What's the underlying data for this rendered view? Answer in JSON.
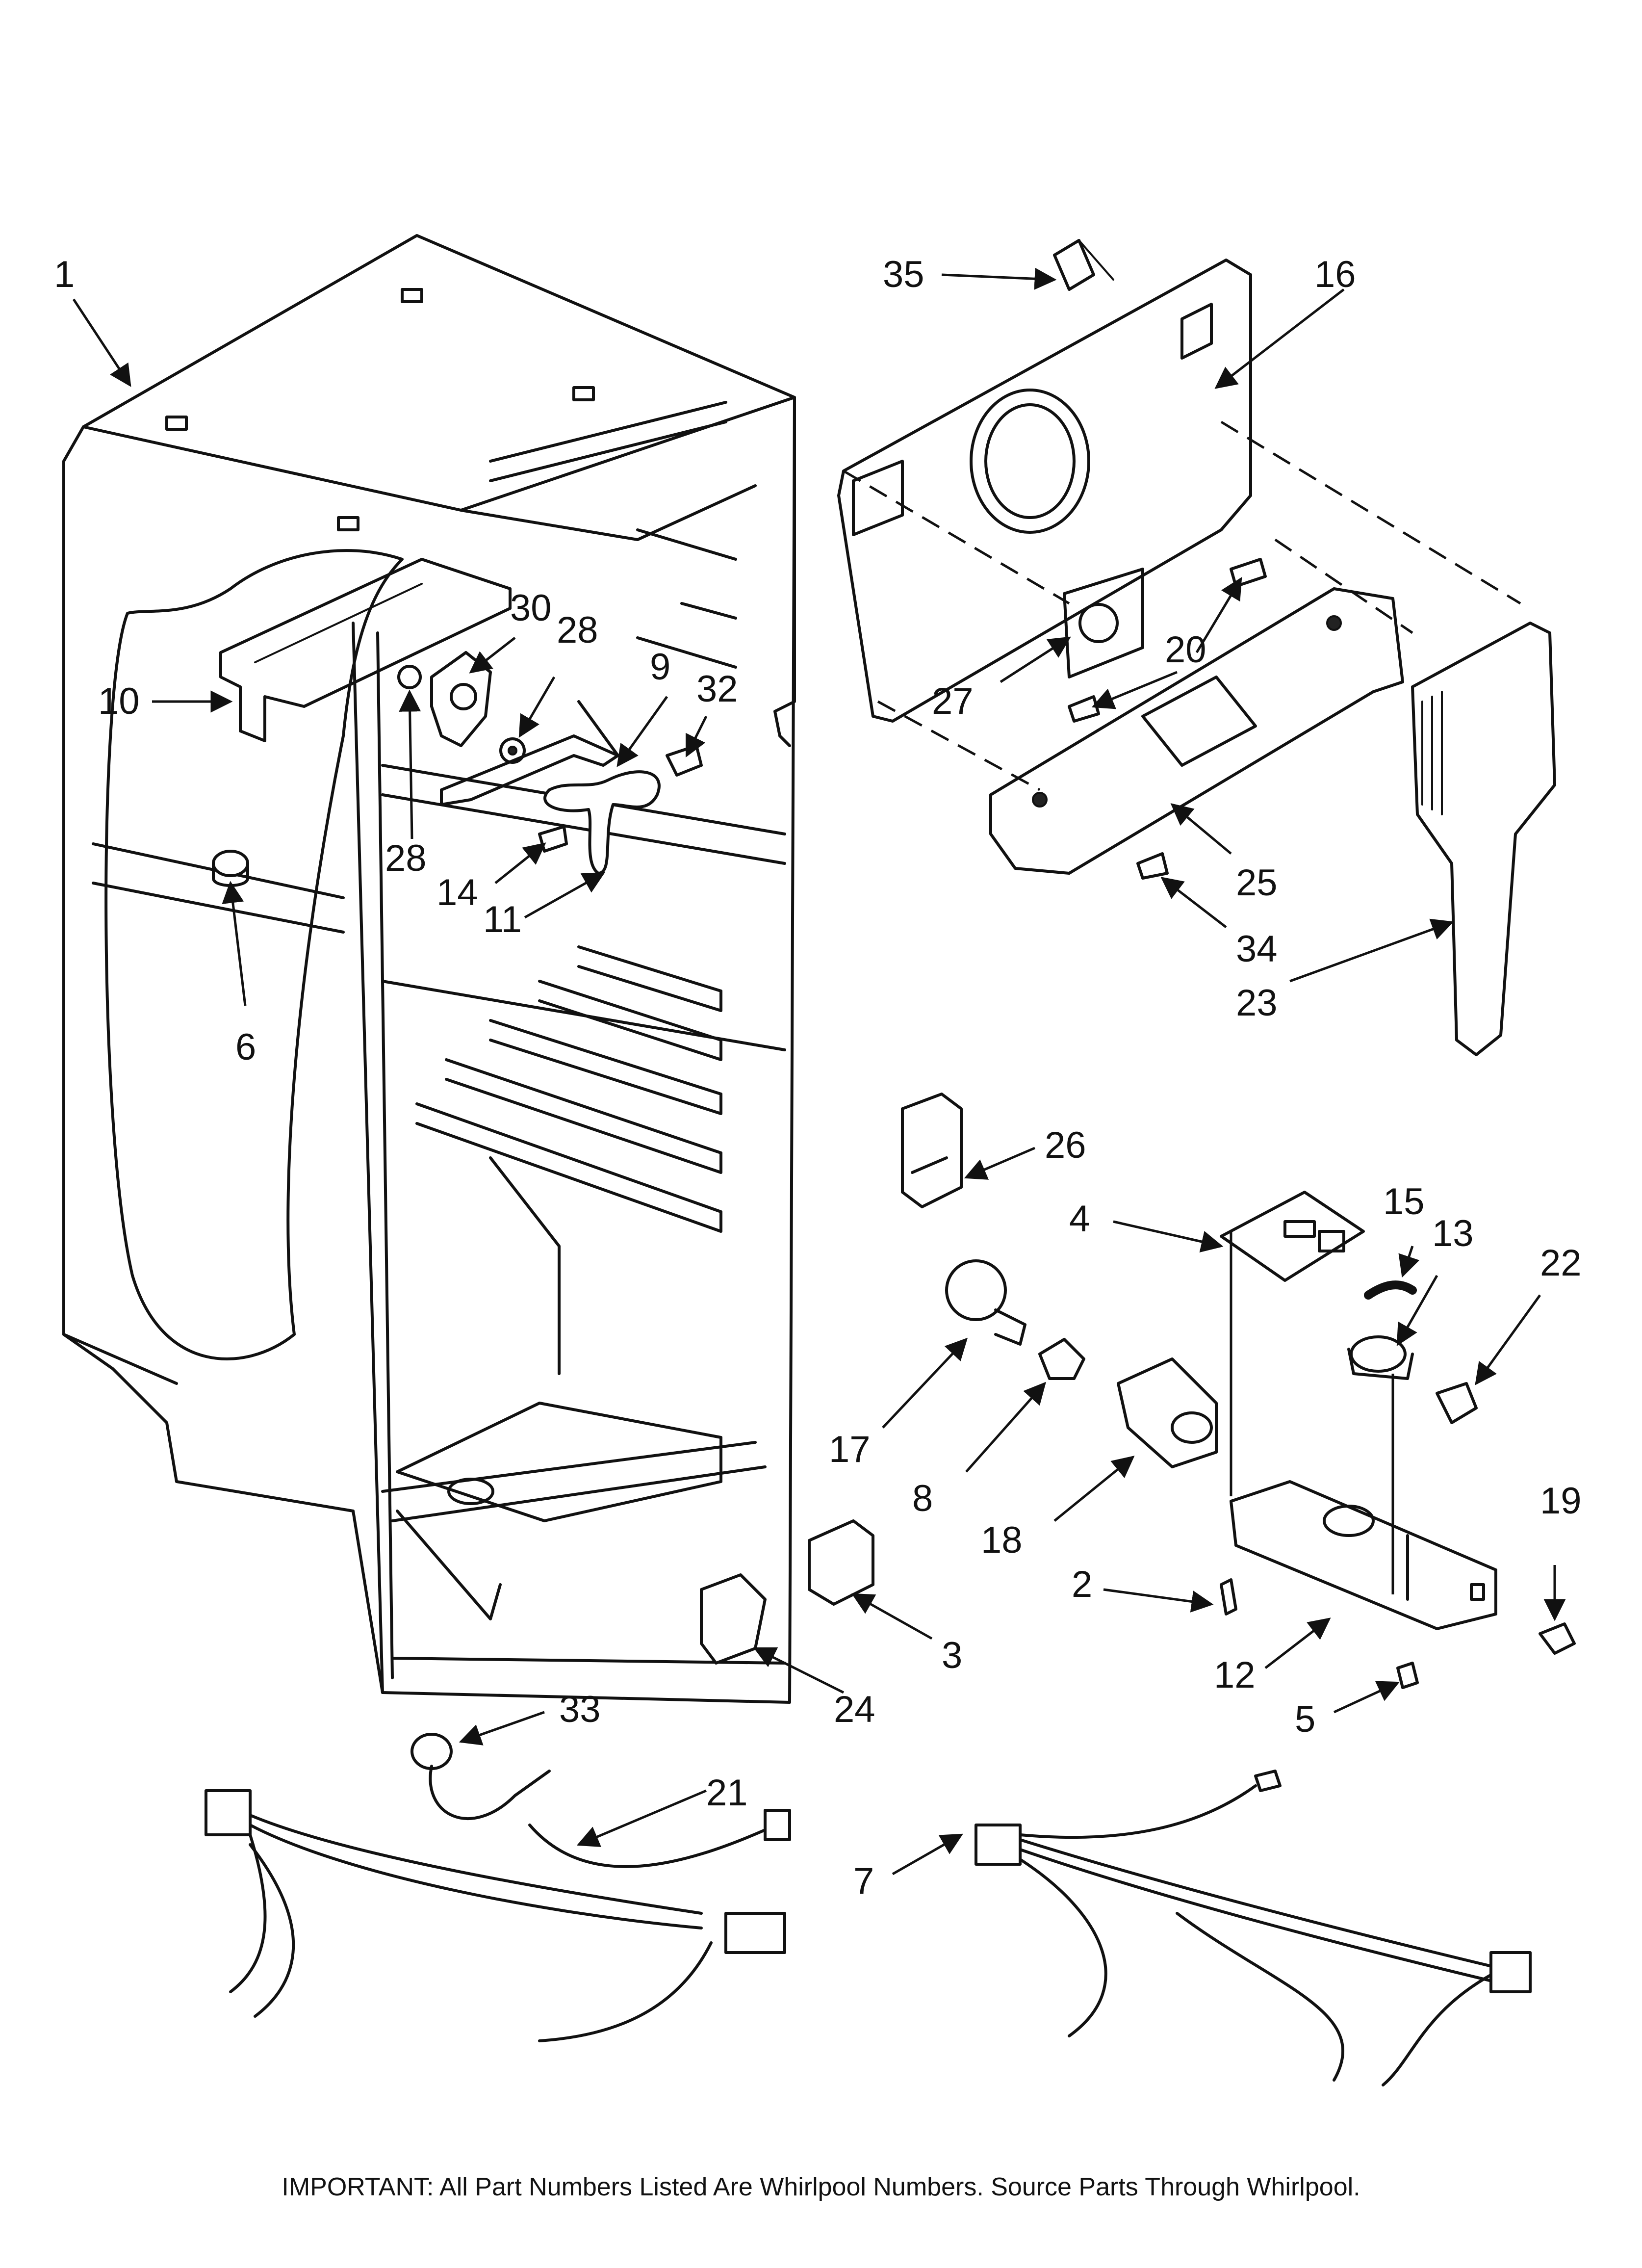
{
  "callouts": {
    "c1": "1",
    "c2": "2",
    "c3": "3",
    "c4": "4",
    "c5": "5",
    "c6": "6",
    "c7": "7",
    "c8": "8",
    "c9": "9",
    "c10": "10",
    "c11": "11",
    "c12": "12",
    "c13": "13",
    "c14": "14",
    "c15": "15",
    "c16": "16",
    "c17": "17",
    "c18": "18",
    "c19": "19",
    "c20": "20",
    "c21": "21",
    "c22": "22",
    "c23": "23",
    "c24": "24",
    "c25": "25",
    "c26": "26",
    "c27": "27",
    "c28a": "28",
    "c28b": "28",
    "c30": "30",
    "c32": "32",
    "c33": "33",
    "c34": "34",
    "c35": "35"
  },
  "footer": {
    "note": "IMPORTANT: All Part Numbers Listed Are Whirlpool Numbers. Source Parts Through Whirlpool."
  }
}
